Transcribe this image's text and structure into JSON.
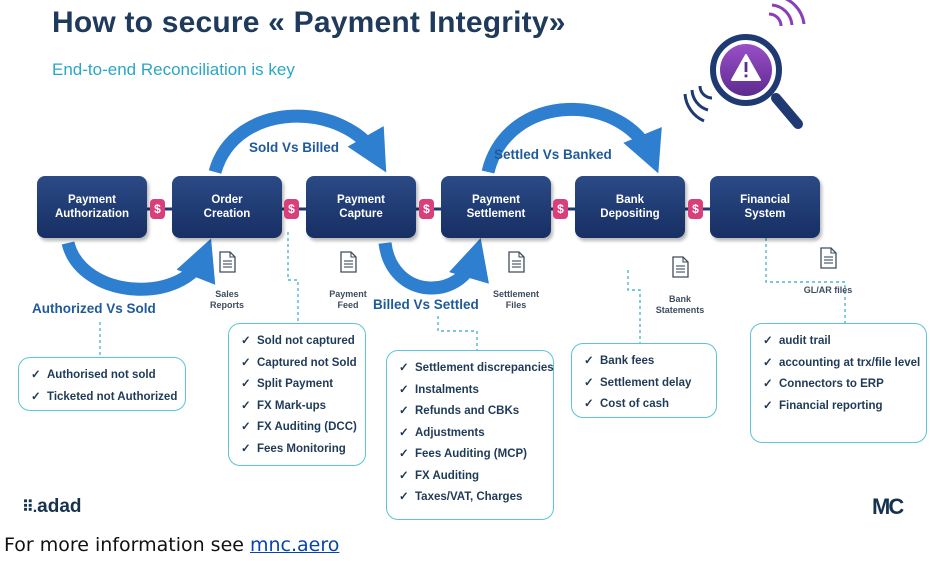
{
  "title": "How to secure « Payment Integrity»",
  "subtitle": "End-to-end Reconciliation is key",
  "stages": [
    "Payment\nAuthorization",
    "Order\nCreation",
    "Payment\nCapture",
    "Payment\nSettlement",
    "Bank\nDepositing",
    "Financial\nSystem"
  ],
  "currency_symbol": "$",
  "arrow_labels": {
    "sold_vs_billed": "Sold Vs Billed",
    "settled_vs_banked": "Settled Vs Banked",
    "authorized_vs_sold": "Authorized Vs Sold",
    "billed_vs_settled": "Billed Vs Settled"
  },
  "documents": [
    "Sales\nReports",
    "Payment\nFeed",
    "Settlement\nFiles",
    "Bank\nStatements",
    "GL/AR files"
  ],
  "check_mark": "✓",
  "panels": {
    "authorization": [
      "Authorised not sold",
      "Ticketed not Authorized"
    ],
    "capture": [
      "Sold not captured",
      "Captured not Sold",
      "Split Payment",
      "FX Mark-ups",
      "FX Auditing (DCC)",
      "Fees Monitoring"
    ],
    "settlement": [
      "Settlement discrepancies",
      "Instalments",
      "Refunds and CBKs",
      "Adjustments",
      "Fees Auditing (MCP)",
      "FX Auditing",
      "Taxes/VAT, Charges"
    ],
    "banking": [
      "Bank fees",
      "Settlement delay",
      "Cost of cash"
    ],
    "financial": [
      "audit trail",
      "accounting at trx/file level",
      "Connectors to ERP",
      "Financial reporting"
    ]
  },
  "footer": {
    "left_logo": "adad",
    "left_logo_mark": "⠿.",
    "right_logo": "MC",
    "info_text": "For more information see ",
    "info_link": "mnc.aero"
  },
  "colors": {
    "box": "#1f3a73",
    "arrow": "#2f7fd0",
    "dollar": "#d93f7a",
    "panel_border": "#5cc3d9",
    "title": "#1f3a5a",
    "subtitle": "#2aa6c7",
    "alert_icon": "#8a3fb8"
  },
  "icons": [
    "magnifier-alert-icon",
    "document-icon",
    "checkmark-icon",
    "dollar-icon"
  ]
}
